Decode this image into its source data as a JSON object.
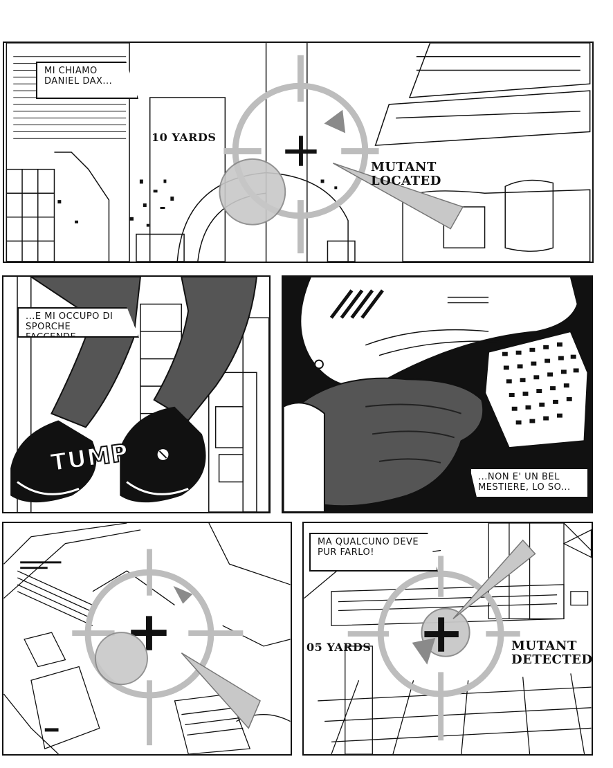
{
  "panels": {
    "p1": {
      "caption": "MI CHIAMO DANIEL DAX...",
      "distance": "10 YARDS",
      "status_line1": "MUTANT",
      "status_line2": "LOCATED"
    },
    "p2": {
      "caption": "...E MI OCCUPO DI SPORCHE FACCENDE...",
      "sfx": "TUMP"
    },
    "p3": {
      "caption": "...NON E' UN BEL MESTIERE, LO SO..."
    },
    "p4": {},
    "p5": {
      "caption": "MA QUALCUNO DEVE PUR FARLO!",
      "distance": "05 YARDS",
      "status_line1": "MUTANT",
      "status_line2": "DETECTED"
    }
  },
  "colors": {
    "ink": "#111111",
    "hud_gray": "#bdbdbd",
    "shade": "#555555"
  },
  "icons": [
    "crosshair-reticle-icon",
    "pointer-triangle-icon"
  ]
}
